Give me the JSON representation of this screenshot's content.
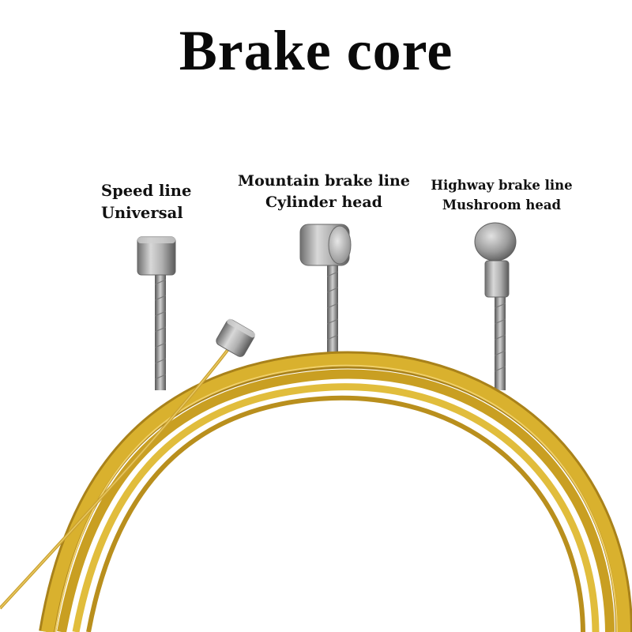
{
  "title": "Brake core",
  "labels": {
    "speed": {
      "line1": "Speed line",
      "line2": "Universal"
    },
    "mountain": {
      "line1": "Mountain brake line",
      "line2": "Cylinder head"
    },
    "highway": {
      "line1": "Highway brake line",
      "line2": "Mushroom head"
    }
  },
  "colors": {
    "gold_cable": "#d9b12e",
    "gold_dark": "#a9821a",
    "steel": "#9a9a9a",
    "steel_dark": "#5e5e5e"
  }
}
